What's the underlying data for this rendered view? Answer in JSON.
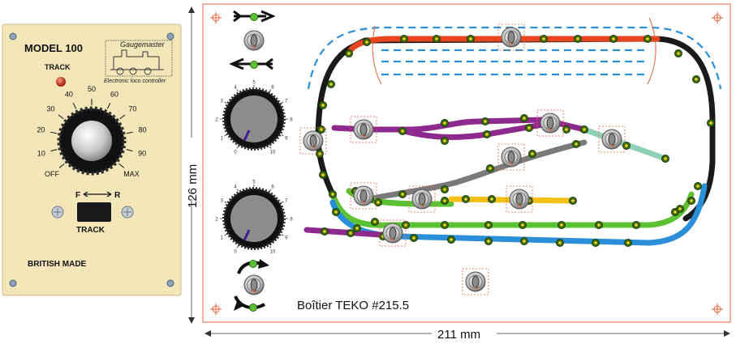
{
  "controller": {
    "model": "MODEL 100",
    "track_label": "TRACK",
    "brand_script": "Gaugemaster",
    "brand_sub": "Electronic loco controller",
    "dial_labels": [
      "OFF",
      "10",
      "20",
      "30",
      "40",
      "50",
      "60",
      "70",
      "80",
      "90",
      "MAX"
    ],
    "direction_f": "F",
    "direction_r": "R",
    "switch_label": "TRACK",
    "made_in": "BRITISH MADE",
    "panel_color": "#f3e6b8",
    "lamp_color": "#c0392b"
  },
  "layout": {
    "caption": "Boîtier TEKO #215.5",
    "height_label": "126 mm",
    "width_label": "211 mm",
    "knob_numbers": [
      "0",
      "1",
      "2",
      "3",
      "4",
      "5",
      "6",
      "7",
      "8",
      "9",
      "10"
    ],
    "colors": {
      "border": "#e8643c",
      "main_loop": "#1a1a1a",
      "top_straight": "#e8451e",
      "purple": "#8e2a8e",
      "grey": "#7a7a7a",
      "mint": "#8fd1b5",
      "green": "#5cc234",
      "yellow": "#f5c015",
      "blue": "#2a8fd8",
      "dashed": "#2a8fd8",
      "node": "#3a6b12",
      "node_fill": "#f2d21a"
    }
  }
}
